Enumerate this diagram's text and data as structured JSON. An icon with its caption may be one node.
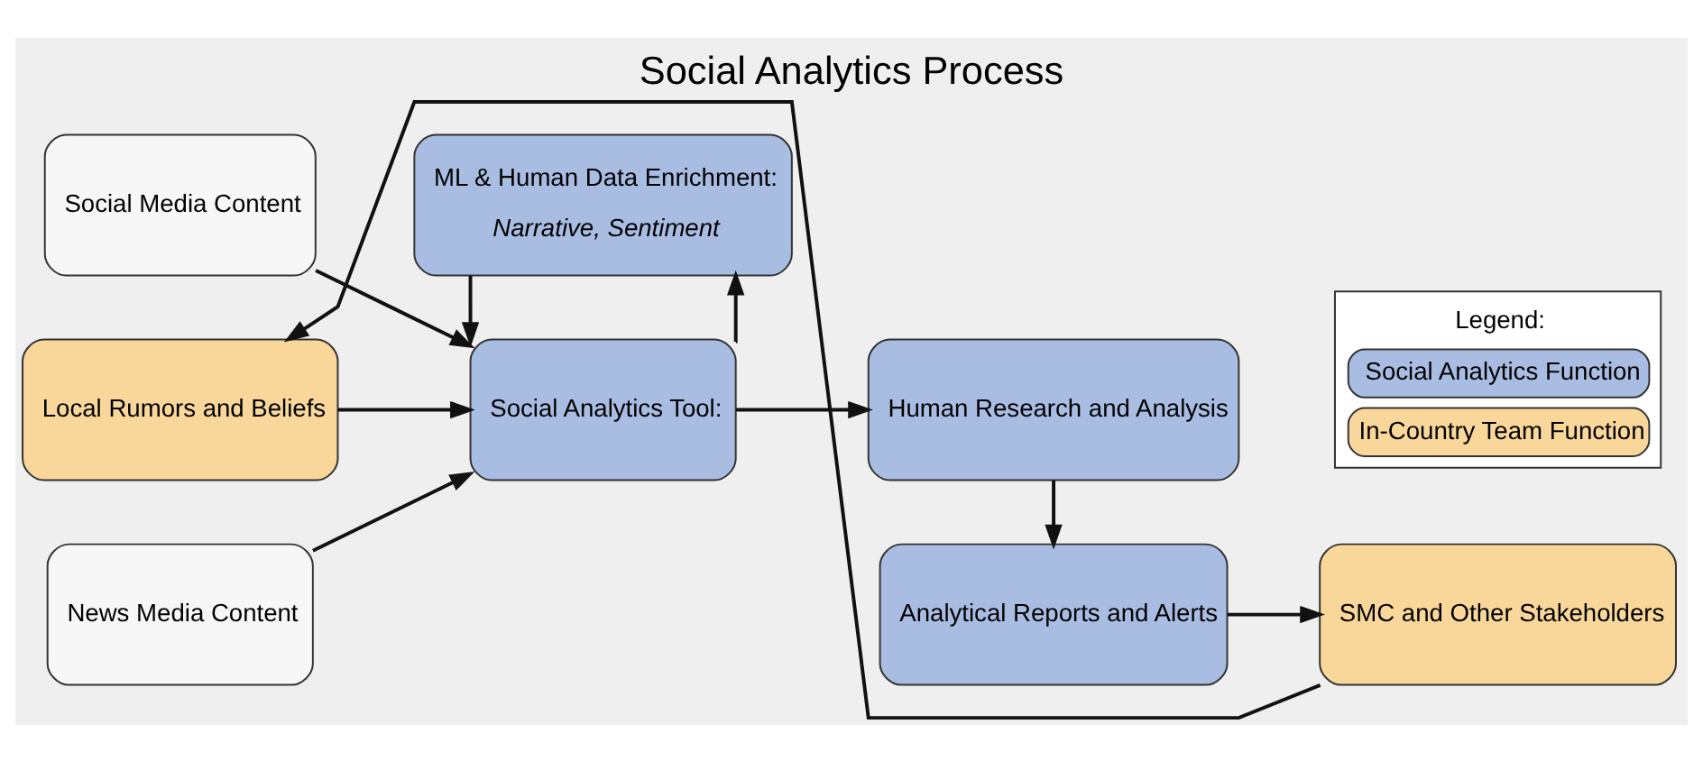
{
  "diagram": {
    "title": "Social Analytics Process",
    "nodes": [
      {
        "text": [
          "Social Media Content"
        ]
      },
      {
        "text": [
          "News Media Content"
        ]
      },
      {
        "text": [
          "Local Rumors and Beliefs"
        ]
      },
      {
        "text": [
          "Social Analytics Tool:"
        ]
      },
      {
        "text": [
          "ML & Human Data Enrichment:",
          "Narrative, Sentiment"
        ]
      },
      {
        "text": [
          "Human Research and Analysis"
        ]
      },
      {
        "text": [
          "Analytical Reports and Alerts"
        ]
      },
      {
        "text": [
          "SMC and Other Stakeholders"
        ]
      }
    ],
    "edges": [
      {
        "from": 0,
        "to": 3,
        "arrow": "to"
      },
      {
        "from": 1,
        "to": 3,
        "arrow": "to"
      },
      {
        "from": 2,
        "to": 3,
        "arrow": "to"
      },
      {
        "from": 3,
        "to": 4,
        "arrow": "to"
      },
      {
        "from": 4,
        "to": 3,
        "arrow": "to"
      },
      {
        "from": 3,
        "to": 5,
        "arrow": "to"
      },
      {
        "from": 5,
        "to": 6,
        "arrow": "to"
      },
      {
        "from": 6,
        "to": 7,
        "arrow": "to"
      },
      {
        "from": 7,
        "to": 2,
        "arrow": "to"
      }
    ],
    "labels": [
      "Legend:"
    ],
    "legend": [
      {
        "text": "Social Analytics Function",
        "color": "#a9bde3"
      },
      {
        "text": "In-Country Team Function",
        "color": "#f9d79a"
      }
    ]
  }
}
